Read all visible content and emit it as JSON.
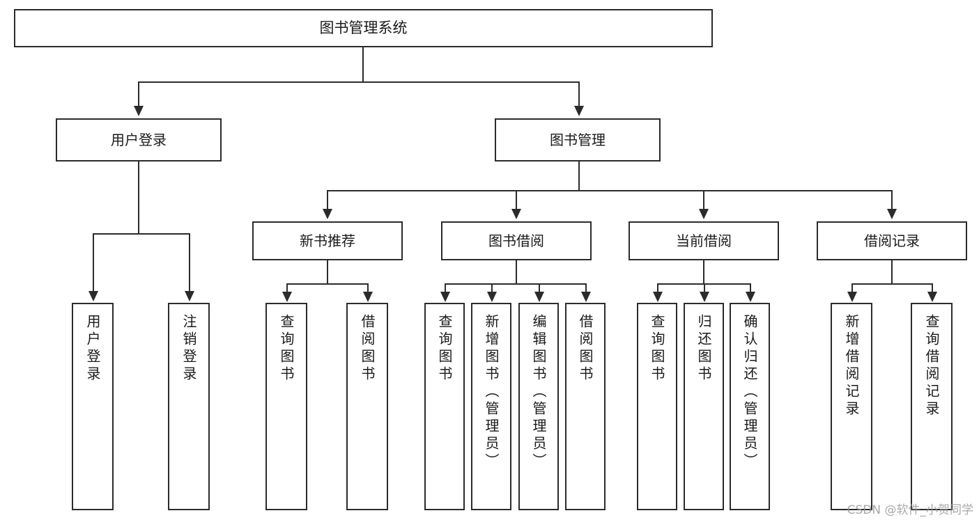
{
  "diagram": {
    "title": "图书管理系统",
    "type": "tree",
    "watermark": "CSDN @软件_小贺同学",
    "colors": {
      "stroke": "#2b2b2b",
      "fill": "#ffffff",
      "text": "#1a1a1a",
      "watermark": "#9a9a9a"
    },
    "root": {
      "label": "图书管理系统"
    },
    "level2": [
      {
        "label": "用户登录"
      },
      {
        "label": "图书管理"
      }
    ],
    "level3": [
      {
        "label": "新书推荐"
      },
      {
        "label": "图书借阅"
      },
      {
        "label": "当前借阅"
      },
      {
        "label": "借阅记录"
      }
    ],
    "leaves": {
      "user_login": [
        {
          "label": "用户登录"
        },
        {
          "label": "注销登录"
        }
      ],
      "new_book_recommend": [
        {
          "label": "查询图书"
        },
        {
          "label": "借阅图书"
        }
      ],
      "book_borrow": [
        {
          "label": "查询图书"
        },
        {
          "label": "新增图书（管理员）"
        },
        {
          "label": "编辑图书（管理员）"
        },
        {
          "label": "借阅图书"
        }
      ],
      "current_borrow": [
        {
          "label": "查询图书"
        },
        {
          "label": "归还图书"
        },
        {
          "label": "确认归还（管理员）"
        }
      ],
      "borrow_records": [
        {
          "label": "新增借阅记录"
        },
        {
          "label": "查询借阅记录"
        }
      ]
    }
  }
}
